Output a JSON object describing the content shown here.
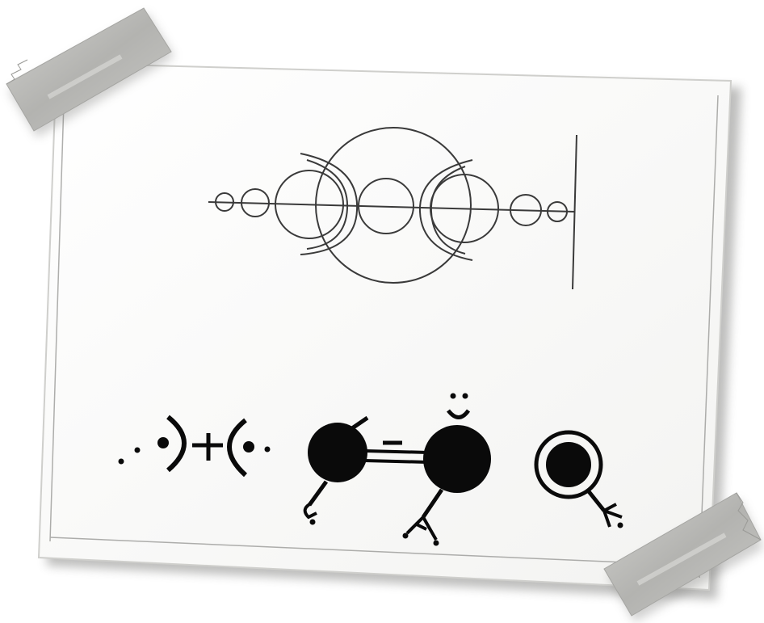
{
  "photo": {
    "subject": "taped-paper-with-circular-glyphs",
    "colors": {
      "paper": "#fbfbfa",
      "paper_edge": "#d9d9d6",
      "ink_thin": "#3a3a3a",
      "ink_bold": "#0a0a0a",
      "tape": "#b9b9b6",
      "shadow": "#8a8a88"
    },
    "tapes": [
      "top-left-tape",
      "bottom-right-tape"
    ],
    "glyph_groups": [
      "orbital-chain-diagram",
      "bottom-symbols"
    ]
  }
}
